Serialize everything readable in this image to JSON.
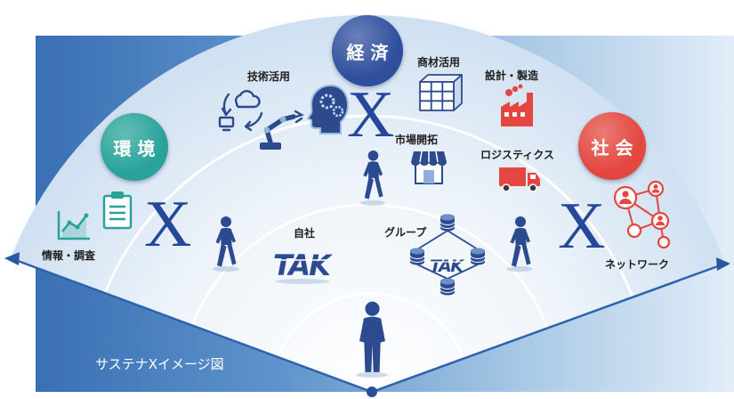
{
  "caption": "サステナXイメージ図",
  "circles": {
    "economy": {
      "label": "経済",
      "color": "#2f4f9d"
    },
    "environment": {
      "label": "環境",
      "color": "#29a39a"
    },
    "society": {
      "label": "社会",
      "color": "#e3473f"
    }
  },
  "cross": {
    "center": "X",
    "left": "X",
    "right": "X"
  },
  "labels": {
    "technology": "技術活用",
    "merchandise": "商材活用",
    "design_manufacturing": "設計・製造",
    "market_development": "市場開拓",
    "logistics": "ロジスティクス",
    "information_research": "情報・調査",
    "own_company": "自社",
    "group": "グループ",
    "network": "ネットワーク"
  },
  "logo_text": "TAK",
  "colors": {
    "navy": "#2d4a8c",
    "teal": "#29a39a",
    "red": "#e3473f",
    "fan_edge": "#2d63ae",
    "background_left": "#3a70b4",
    "background_right": "#e2edf8"
  },
  "icons": {
    "technology": [
      "cloud-sync-icon",
      "robot-arm-icon",
      "gear-head-icon"
    ],
    "merchandise": "warehouse-icon",
    "design_manufacturing": "factory-icon",
    "market_development": "shop-icon",
    "logistics": "truck-icon",
    "network": "people-network-icon",
    "information_research": [
      "line-chart-icon",
      "clipboard-icon"
    ],
    "group": "server-node-icon",
    "people": [
      "walking-person-icon",
      "standing-person-icon"
    ]
  }
}
